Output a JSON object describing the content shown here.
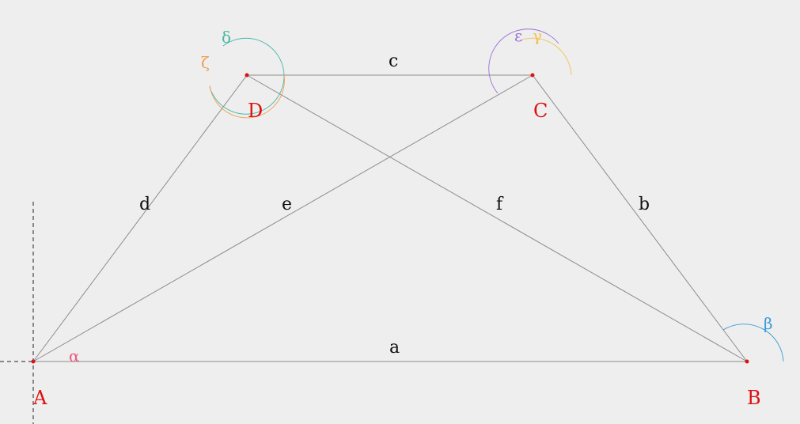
{
  "colors": {
    "background": "#eeeeee",
    "edge": "#8c8c8c",
    "axis": "#222222",
    "vertex": "#dd1111",
    "vertex_label": "#dd1111",
    "side_label": "#111111",
    "alpha": "#e85a85",
    "beta": "#3a9ad9",
    "gamma": "#f2c14e",
    "delta": "#45b8a6",
    "epsilon": "#9b6fd6",
    "zeta": "#f0a050"
  },
  "vertices": {
    "A": "A",
    "B": "B",
    "C": "C",
    "D": "D"
  },
  "sides": {
    "a": "a",
    "b": "b",
    "c": "c",
    "d": "d",
    "e": "e",
    "f": "f"
  },
  "angles": {
    "alpha": "α",
    "beta": "β",
    "gamma": "γ",
    "delta": "δ",
    "epsilon": "ε",
    "zeta": "ζ"
  }
}
